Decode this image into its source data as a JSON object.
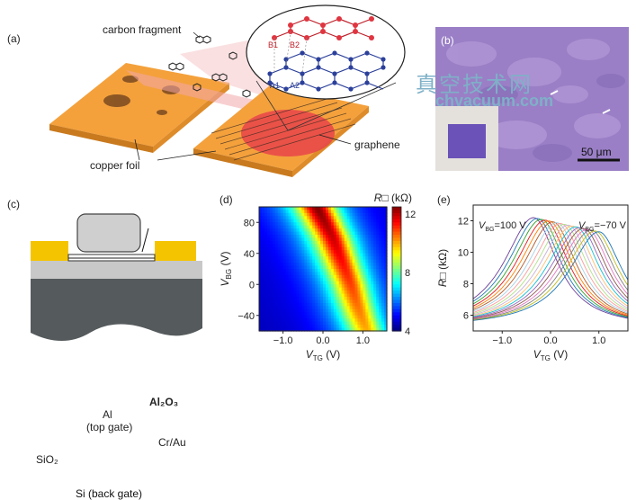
{
  "panel_a": {
    "label": "(a)",
    "annotations": {
      "carbon_fragment": "carbon fragment",
      "copper_foil": "copper foil",
      "graphene": "graphene",
      "b1": "B1",
      "b2": "B2",
      "a1": "A1",
      "a2": "A2"
    }
  },
  "panel_b": {
    "label": "(b)",
    "scale_bar": "50 μm",
    "watermark_cn": "真空技术网",
    "watermark_url": "chvacuum.com"
  },
  "panel_c": {
    "label": "(c)",
    "al_line1": "Al",
    "al_line2": "(top gate)",
    "al2o3": "Al₂O₃",
    "crau": "Cr/Au",
    "sio2": "SiO₂",
    "si": "Si (back gate)"
  },
  "colors": {
    "copper": "#f4a13c",
    "graphene_red": "#e8444a",
    "oxide_gray": "#c8c8c8",
    "si_gray": "#555a5c",
    "gold": "#f5c400",
    "purple_film": "#9a7fc6"
  },
  "chart_data": [
    {
      "type": "heatmap",
      "panel_label": "(d)",
      "xlabel": "V_TG (V)",
      "ylabel": "V_BG (V)",
      "xlim": [
        -1.6,
        1.6
      ],
      "ylim": [
        -60,
        100
      ],
      "xticks": [
        "-1.0",
        "0.0",
        "1.0"
      ],
      "yticks": [
        "80",
        "40",
        "0",
        "-40"
      ],
      "colorbar": {
        "title": "R□ (kΩ)",
        "ticks": [
          "12",
          "8",
          "4"
        ],
        "range": [
          4,
          12.5
        ]
      },
      "ridge": {
        "description": "charge neutrality line; top-gate voltage at resistance maximum vs back-gate voltage",
        "points": [
          [
            -0.15,
            100
          ],
          [
            0.05,
            80
          ],
          [
            0.25,
            60
          ],
          [
            0.4,
            40
          ],
          [
            0.55,
            20
          ],
          [
            0.7,
            0
          ],
          [
            0.82,
            -20
          ],
          [
            0.95,
            -40
          ],
          [
            1.1,
            -60
          ]
        ],
        "peak_resistance_top": 12.5,
        "peak_resistance_bottom": 10.0
      }
    },
    {
      "type": "line",
      "panel_label": "(e)",
      "xlabel": "V_TG (V)",
      "ylabel": "R□ (kΩ)",
      "xlim": [
        -1.6,
        1.6
      ],
      "ylim": [
        5,
        13
      ],
      "xticks": [
        "-1.0",
        "0.0",
        "1.0"
      ],
      "yticks": [
        "12",
        "10",
        "8",
        "6"
      ],
      "legend_left": "V_BG=100 V",
      "legend_right": "V_BG=−70 V",
      "curve_family": {
        "count": 18,
        "vbg_start": 100,
        "vbg_end": -70,
        "peak_vtg_start": -0.35,
        "peak_vtg_end": 1.0,
        "peak_r_start": 12.2,
        "peak_r_end": 11.3,
        "baseline_r": 5.2
      }
    }
  ]
}
